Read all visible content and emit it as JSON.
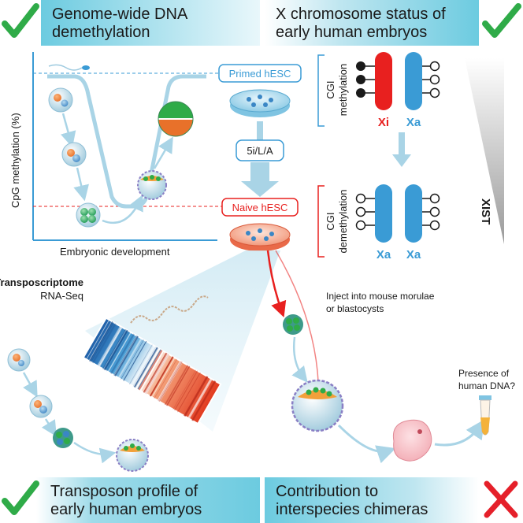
{
  "panels": {
    "top_left_title": [
      "Genome-wide DNA",
      "demethylation"
    ],
    "top_right_title": [
      "X chromosome status of",
      "early human embryos"
    ],
    "bottom_left_title": [
      "Transposon profile of",
      "early human embryos"
    ],
    "bottom_right_title": [
      "Contribution to",
      "interspecies chimeras"
    ]
  },
  "methylation_plot": {
    "ylabel": "CpG methylation (%)",
    "xlabel": "Embryonic development"
  },
  "cells": {
    "primed": "Primed hESC",
    "conversion": "5i/L/A",
    "naive": "Naive hESC"
  },
  "x_status": {
    "cgi_methylation": [
      "CGI",
      "methylation"
    ],
    "cgi_demethylation": [
      "CGI",
      "demethylation"
    ],
    "xi_label": "Xi",
    "xa_label": "Xa",
    "xist_label": "XIST"
  },
  "transcriptome": {
    "title": "Transposcriptome",
    "subtitle": "RNA-Seq"
  },
  "chimera": {
    "inject_text": [
      "Inject into mouse morulae",
      "or blastocysts"
    ],
    "presence_text": [
      "Presence of",
      "human DNA?"
    ]
  },
  "colors": {
    "banner_start": "#6ccbe0",
    "banner_end": "#ffffff",
    "check_green": "#2fab48",
    "cross_red": "#e5202a",
    "red": "#e8201f",
    "blue": "#3a9bd5",
    "arrow_blue": "#a9d4e6"
  }
}
